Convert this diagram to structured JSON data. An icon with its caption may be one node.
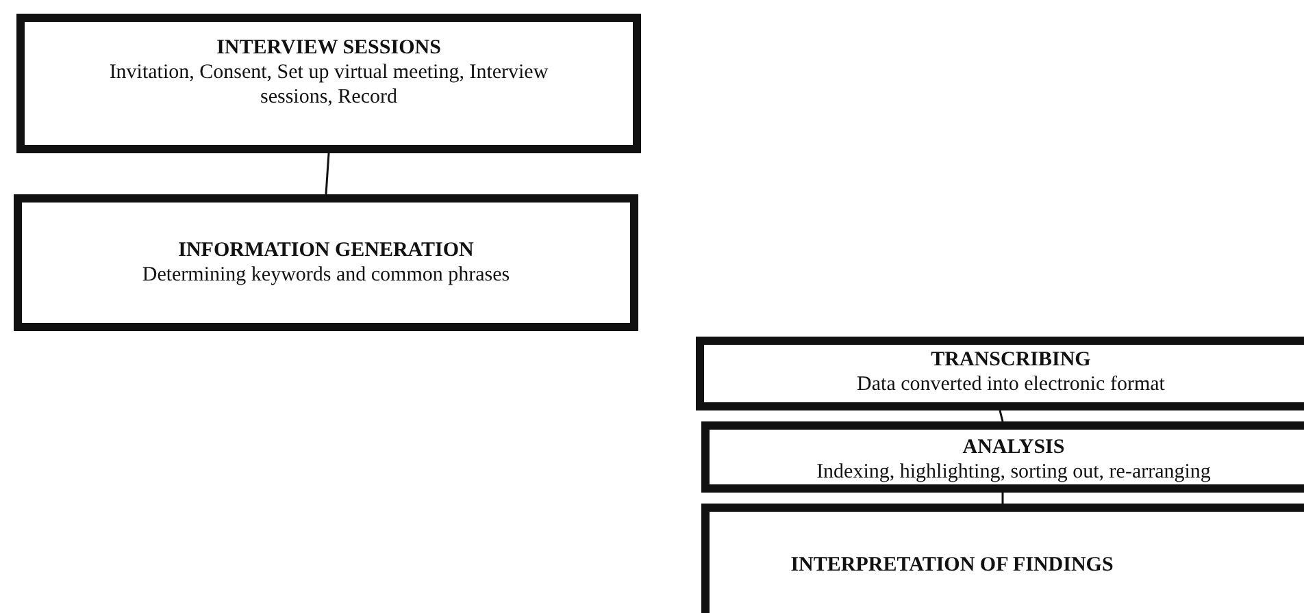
{
  "diagram": {
    "nodes": [
      {
        "text": [
          "INTERVIEW SESSIONS",
          "Invitation, Consent, Set up virtual meeting, Interview sessions, Record"
        ]
      },
      {
        "text": [
          "INFORMATION GENERATION",
          "Determining keywords and common phrases"
        ]
      },
      {
        "text": [
          "TRANSCRIBING",
          "Data converted into electronic format"
        ]
      },
      {
        "text": [
          "ANALYSIS",
          "Indexing, highlighting, sorting out, re-arranging"
        ]
      },
      {
        "text": [
          "INTERPRETATION OF FINDINGS"
        ]
      }
    ],
    "edges": [
      {
        "from": 0,
        "to": 1,
        "arrow": "none"
      },
      {
        "from": 2,
        "to": 3,
        "arrow": "none"
      },
      {
        "from": 3,
        "to": 4,
        "arrow": "none"
      }
    ]
  }
}
